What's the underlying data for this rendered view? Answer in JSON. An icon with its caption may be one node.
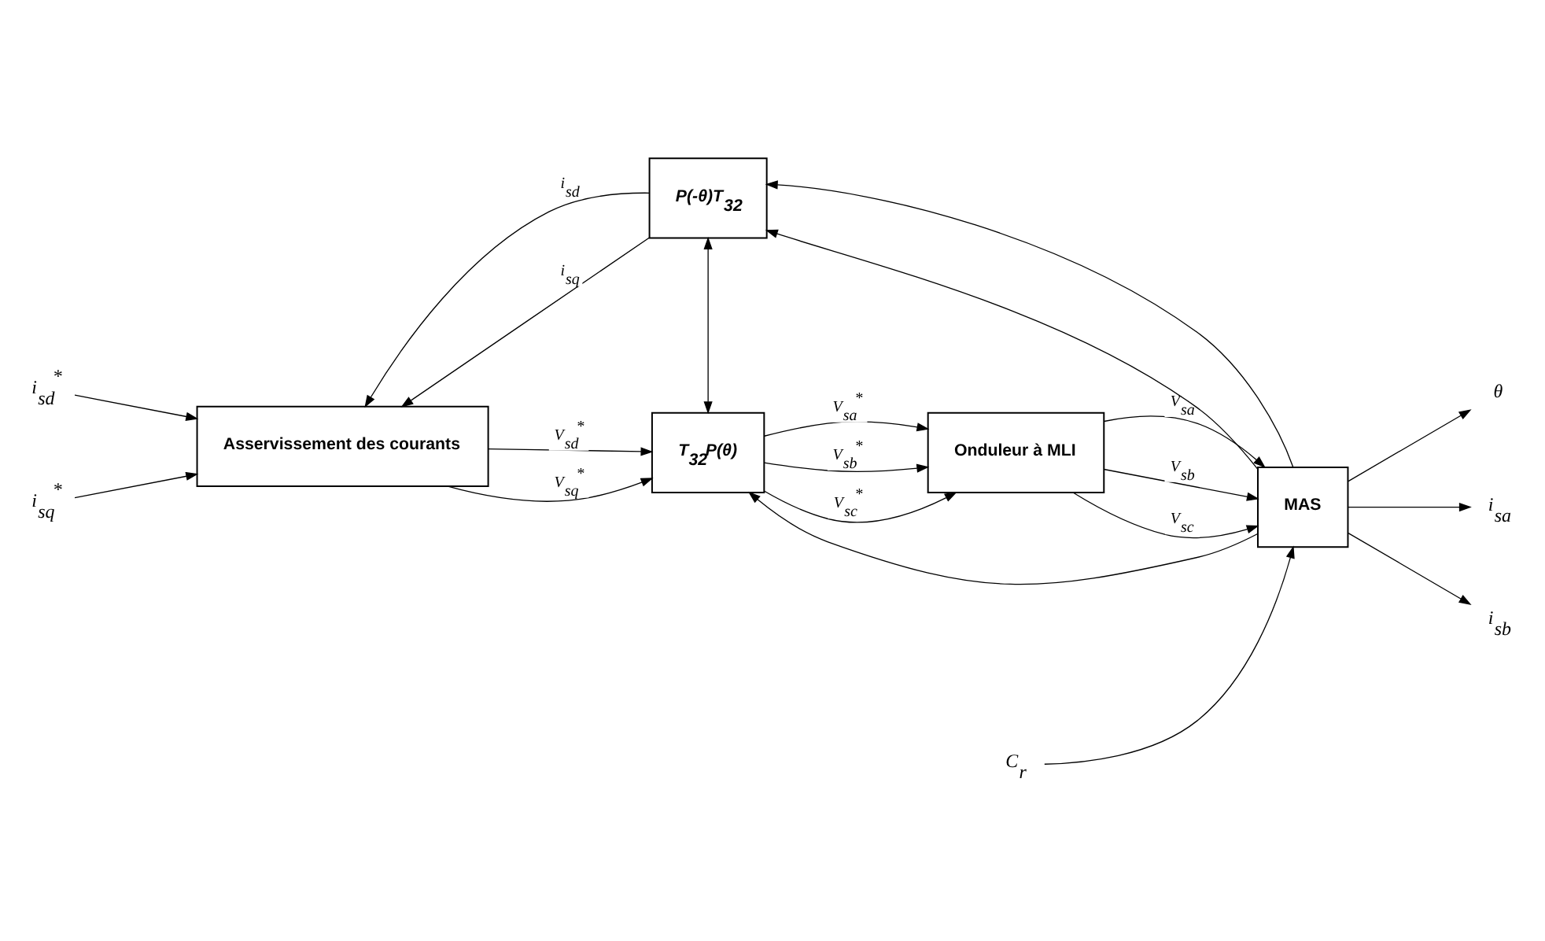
{
  "diagram": {
    "nodes": [
      {
        "text": [
          "P(-θ)T$_{32}$"
        ]
      },
      {
        "text": [
          "Asservissement des courants"
        ]
      },
      {
        "text": [
          "T$_{32}$P(θ)"
        ]
      },
      {
        "text": [
          "Onduleur à MLI"
        ]
      },
      {
        "text": [
          "MAS"
        ]
      },
      {
        "text": [
          "i$_{sd}$$^{*}$"
        ]
      },
      {
        "text": [
          "i$_{sq}$$^{*}$"
        ]
      },
      {
        "text": [
          "θ"
        ]
      },
      {
        "text": [
          "i$_{sa}$"
        ]
      },
      {
        "text": [
          "i$_{sb}$"
        ]
      },
      {
        "text": [
          "C$_{r}$"
        ]
      }
    ],
    "edges": [
      {
        "from": 5,
        "to": 1,
        "arrow": "to"
      },
      {
        "from": 6,
        "to": 1,
        "arrow": "to"
      },
      {
        "from": 0,
        "to": 1,
        "arrow": "to",
        "label": "i$_{sd}$"
      },
      {
        "from": 0,
        "to": 1,
        "arrow": "to",
        "label": "i$_{sq}$"
      },
      {
        "from": 1,
        "to": 2,
        "arrow": "to",
        "label": "V$_{sd}$$^{*}$"
      },
      {
        "from": 1,
        "to": 2,
        "arrow": "to",
        "label": "V$_{sq}$$^{*}$"
      },
      {
        "from": 0,
        "to": 2,
        "arrow": "both"
      },
      {
        "from": 2,
        "to": 3,
        "arrow": "to",
        "label": "V$_{sa}$$^{*}$"
      },
      {
        "from": 2,
        "to": 3,
        "arrow": "to",
        "label": "V$_{sb}$$^{*}$"
      },
      {
        "from": 2,
        "to": 3,
        "arrow": "to",
        "label": "V$_{sc}$$^{*}$"
      },
      {
        "from": 3,
        "to": 4,
        "arrow": "to",
        "label": "V$_{sa}$"
      },
      {
        "from": 3,
        "to": 4,
        "arrow": "to",
        "label": "V$_{sb}$"
      },
      {
        "from": 3,
        "to": 4,
        "arrow": "to",
        "label": "V$_{sc}$"
      },
      {
        "from": 4,
        "to": 7,
        "arrow": "to"
      },
      {
        "from": 4,
        "to": 8,
        "arrow": "to"
      },
      {
        "from": 4,
        "to": 9,
        "arrow": "to"
      },
      {
        "from": 10,
        "to": 4,
        "arrow": "to"
      },
      {
        "from": 4,
        "to": 0,
        "arrow": "to"
      },
      {
        "from": 4,
        "to": 0,
        "arrow": "to"
      },
      {
        "from": 4,
        "to": 2,
        "arrow": "to"
      }
    ]
  }
}
